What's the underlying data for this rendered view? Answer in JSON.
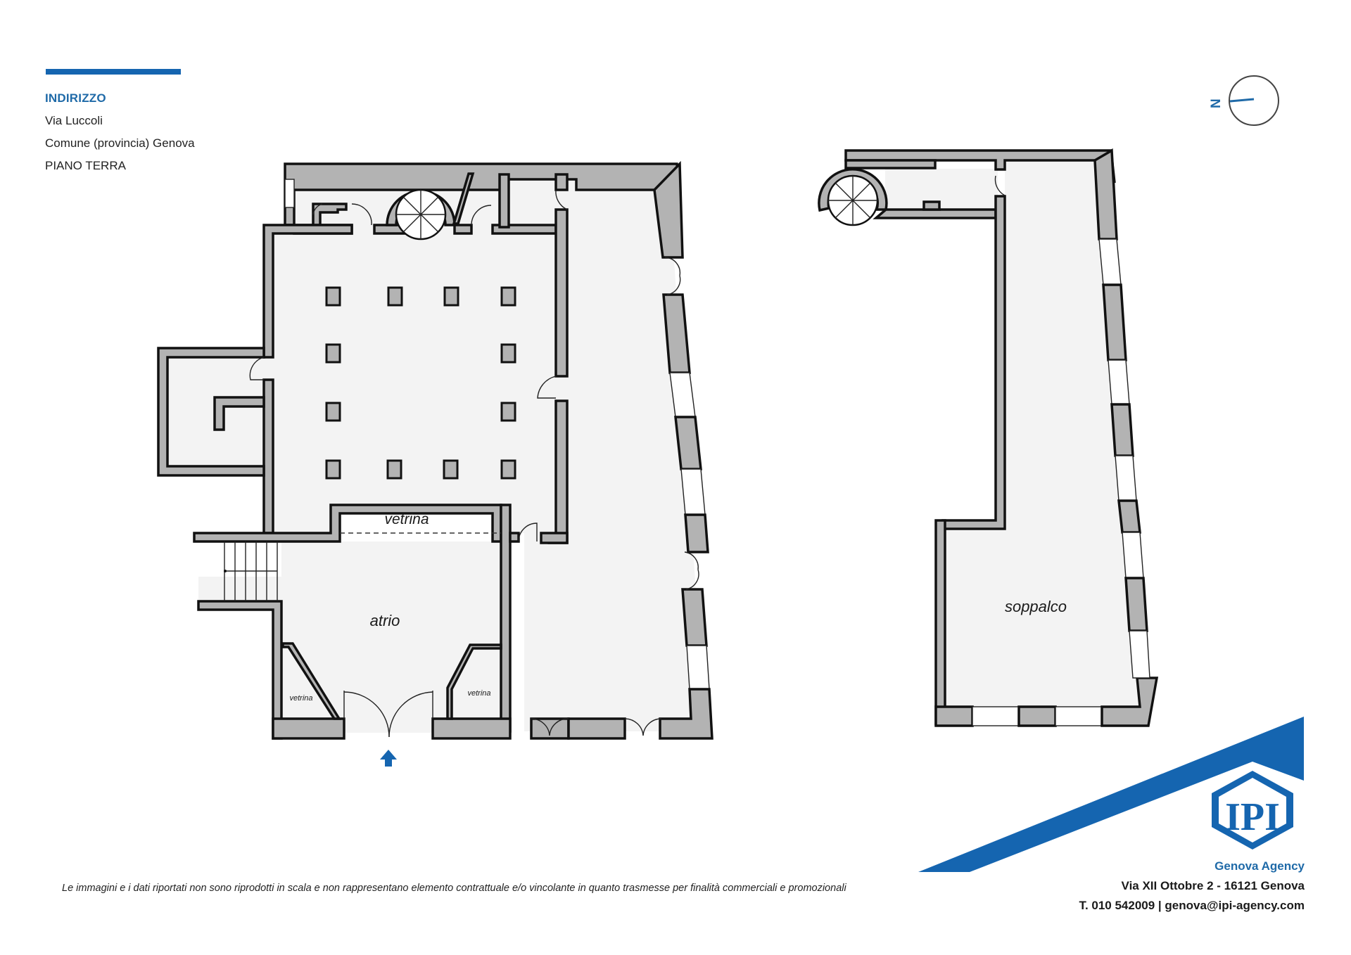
{
  "header": {
    "section_title": "INDIRIZZO",
    "street": "Via Luccoli",
    "municipality": "Comune (provincia) Genova",
    "floor": "PIANO TERRA"
  },
  "compass": {
    "label": "N",
    "icon": "north-arrow-icon"
  },
  "floor_plan": {
    "ground_floor": {
      "rooms": [
        {
          "name": "vetrina"
        },
        {
          "name": "atrio"
        },
        {
          "name": "vetrina"
        },
        {
          "name": "vetrina"
        }
      ],
      "entrance_icon": "entrance-arrow-icon",
      "pillars": 12
    },
    "mezzanine": {
      "rooms": [
        {
          "name": "soppalco"
        }
      ]
    }
  },
  "labels": {
    "vetrina_top": "vetrina",
    "atrio": "atrio",
    "vetrina_left": "vetrina",
    "vetrina_right": "vetrina",
    "soppalco": "soppalco"
  },
  "footer": {
    "disclaimer": "Le immagini e i dati riportati non sono riprodotti in scala e non rappresentano elemento contrattuale e/o vincolante in quanto trasmesse per finalità commerciali e promozionali",
    "agency_name": "Genova Agency",
    "agency_address": "Via XII Ottobre 2 - 16121 Genova",
    "agency_contact": "T. 010 542009 | genova@ipi-agency.com",
    "logo_text": "IPI"
  },
  "colors": {
    "brand_blue": "#1565b0",
    "wall_fill": "#b3b3b3",
    "floor_fill": "#f3f3f3",
    "outline": "#111111"
  }
}
